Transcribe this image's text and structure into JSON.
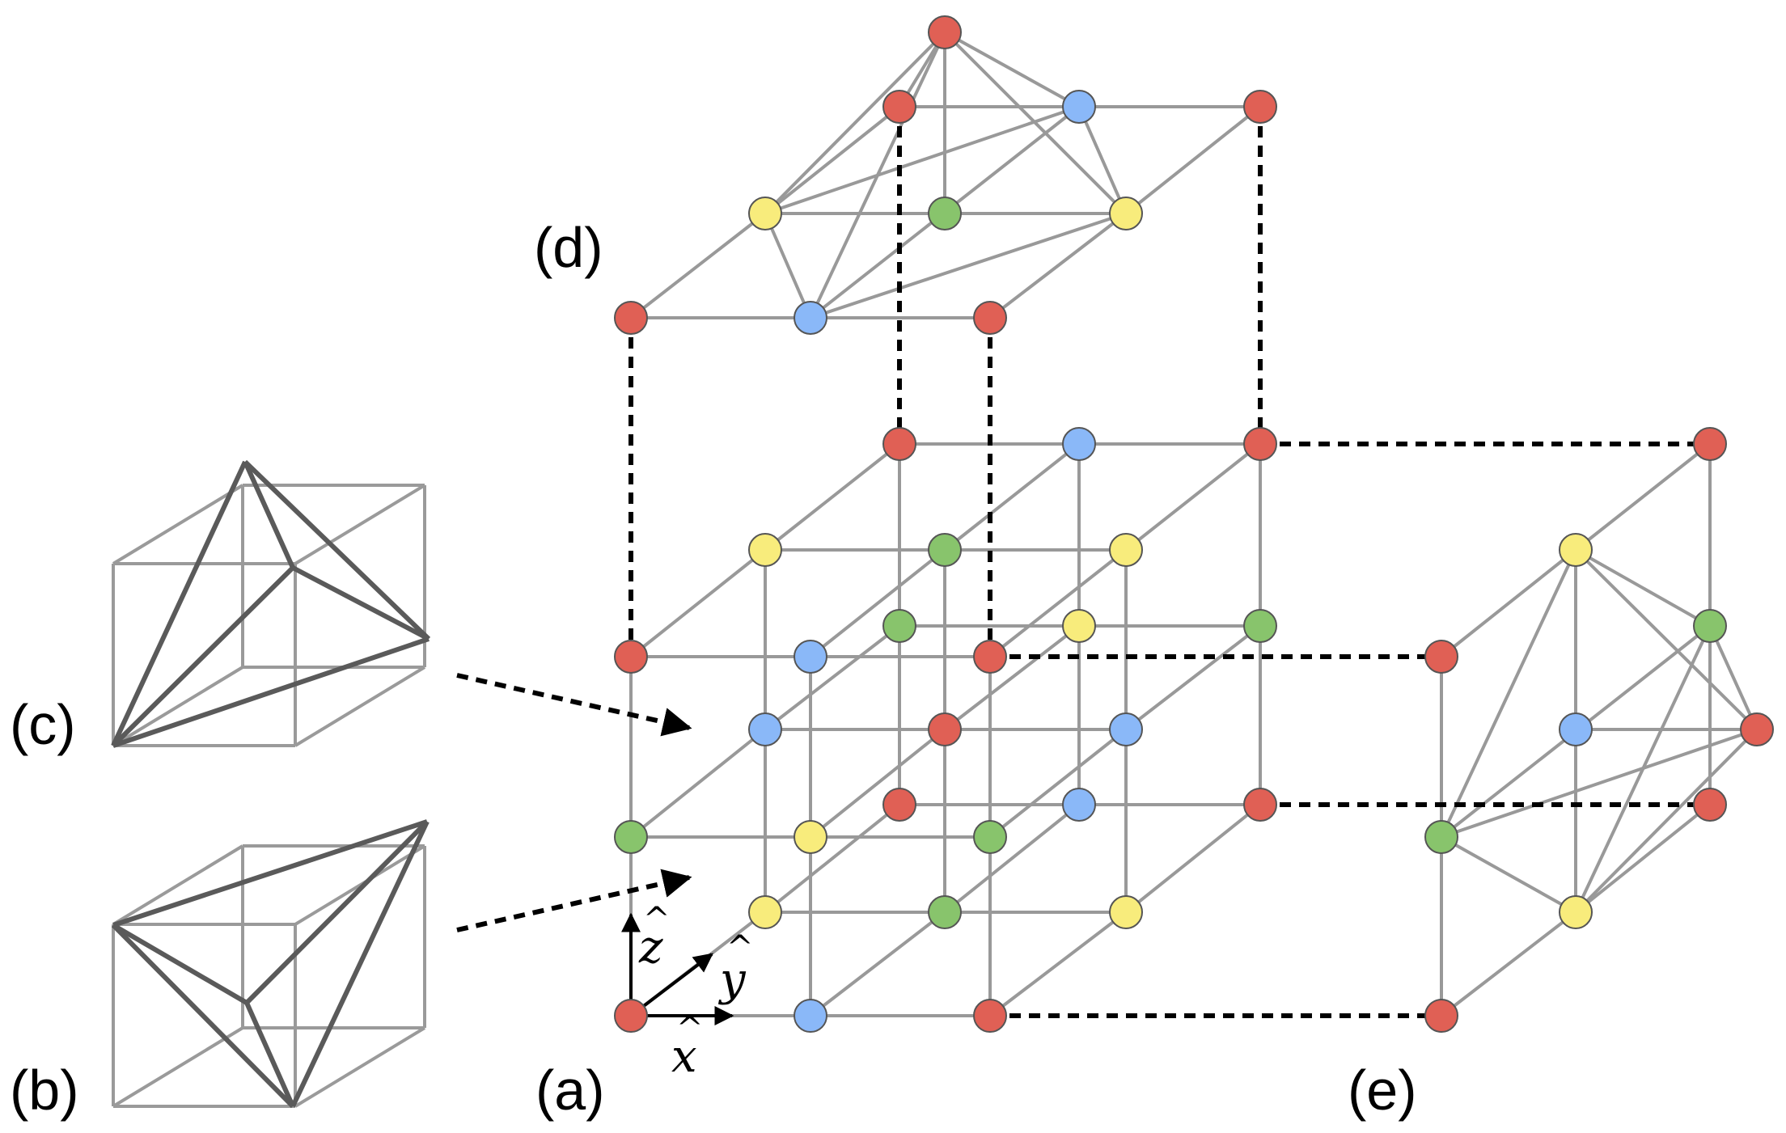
{
  "panel_labels": {
    "a": "(a)",
    "b": "(b)",
    "c": "(c)",
    "d": "(d)",
    "e": "(e)"
  },
  "axes": {
    "x": "x",
    "y": "y",
    "z": "z",
    "hat": "^"
  },
  "colors": {
    "red": "#e06055",
    "blue": "#8ab8f8",
    "green": "#88c46c",
    "yellow": "#f8ec7c",
    "edge": "#999999",
    "cube_edge": "#9a9a9a",
    "cube_bold": "#5a5a5a",
    "node_outline": "#555555",
    "dashed": "#000000"
  }
}
